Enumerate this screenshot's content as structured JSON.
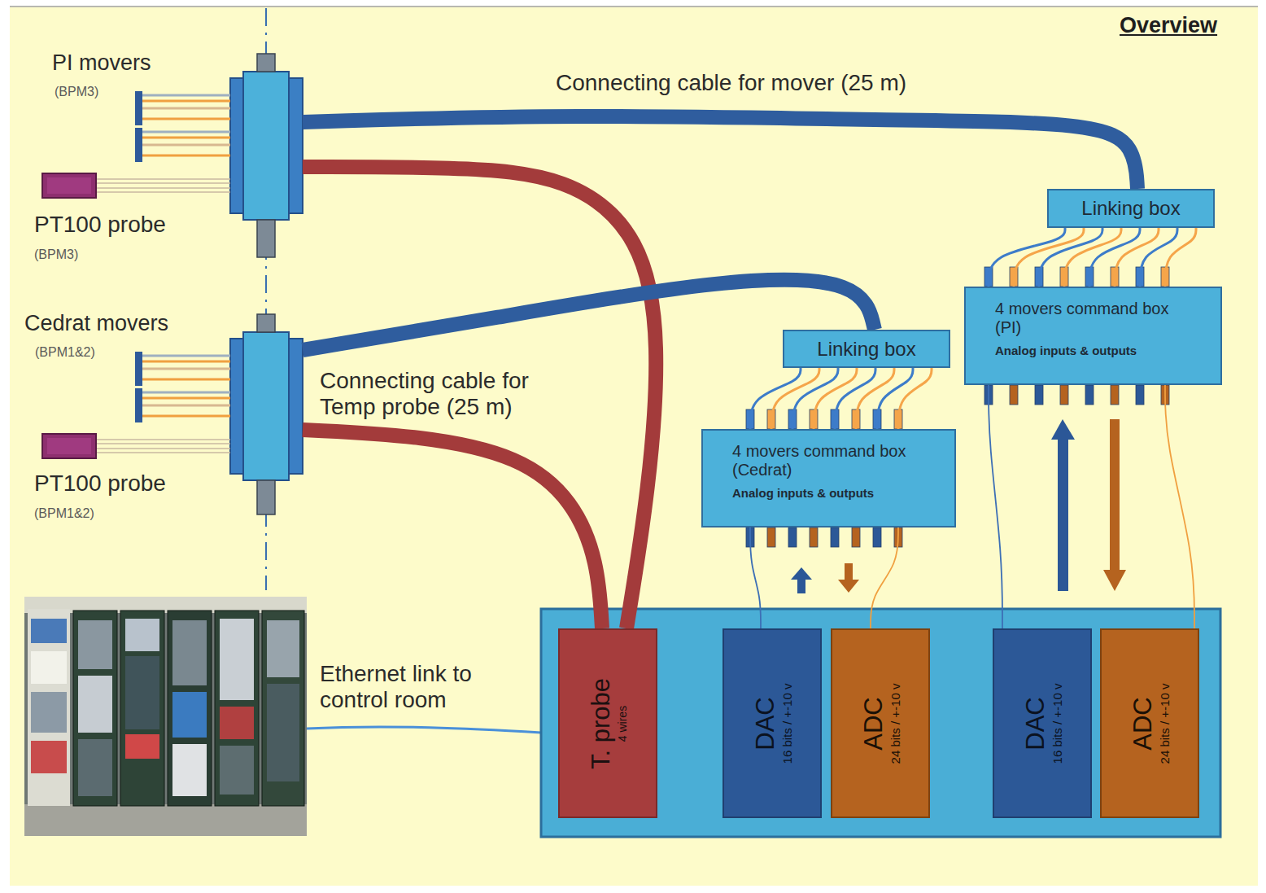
{
  "diagram": {
    "title": "Overview",
    "nodes": [
      {
        "text": [
          "PI movers",
          "(BPM3)",
          "PT100 probe",
          "(BPM3)"
        ]
      },
      {
        "text": [
          "Linking box"
        ]
      },
      {
        "text": [
          "4 movers command box (PI)",
          "Analog inputs & outputs"
        ]
      },
      {
        "text": [
          "Cedrat movers",
          "(BPM1&2)",
          "PT100 probe",
          "(BPM1&2)"
        ]
      },
      {
        "text": [
          "Linking box"
        ]
      },
      {
        "text": [
          "4 movers command box (Cedrat)",
          "Analog inputs & outputs"
        ]
      },
      {
        "text": [
          "T. probe",
          "4 wires"
        ]
      },
      {
        "text": [
          "DAC",
          "16 bits / +-10 v"
        ]
      },
      {
        "text": [
          "ADC",
          "24 bits / +-10 v"
        ]
      },
      {
        "text": [
          "DAC",
          "16 bits / +-10 v"
        ]
      },
      {
        "text": [
          "ADC",
          "24 bits / +-10 v"
        ]
      }
    ],
    "edges": [
      {
        "from": 0,
        "to": 1,
        "label": "Connecting cable for mover (25 m)",
        "arrow": "none"
      },
      {
        "from": 0,
        "to": 6,
        "arrow": "none"
      },
      {
        "from": 1,
        "to": 2,
        "arrow": "none"
      },
      {
        "from": 2,
        "to": 9,
        "arrow": "none"
      },
      {
        "from": 2,
        "to": 10,
        "arrow": "none"
      },
      {
        "from": 3,
        "to": 4,
        "arrow": "none"
      },
      {
        "from": 3,
        "to": 6,
        "label": "Connecting cable for Temp probe (25 m)",
        "arrow": "none"
      },
      {
        "from": 4,
        "to": 5,
        "arrow": "none"
      },
      {
        "from": 5,
        "to": 7,
        "arrow": "none"
      },
      {
        "from": 5,
        "to": 8,
        "arrow": "none"
      }
    ],
    "labels": [
      "Ethernet link to control room"
    ]
  }
}
